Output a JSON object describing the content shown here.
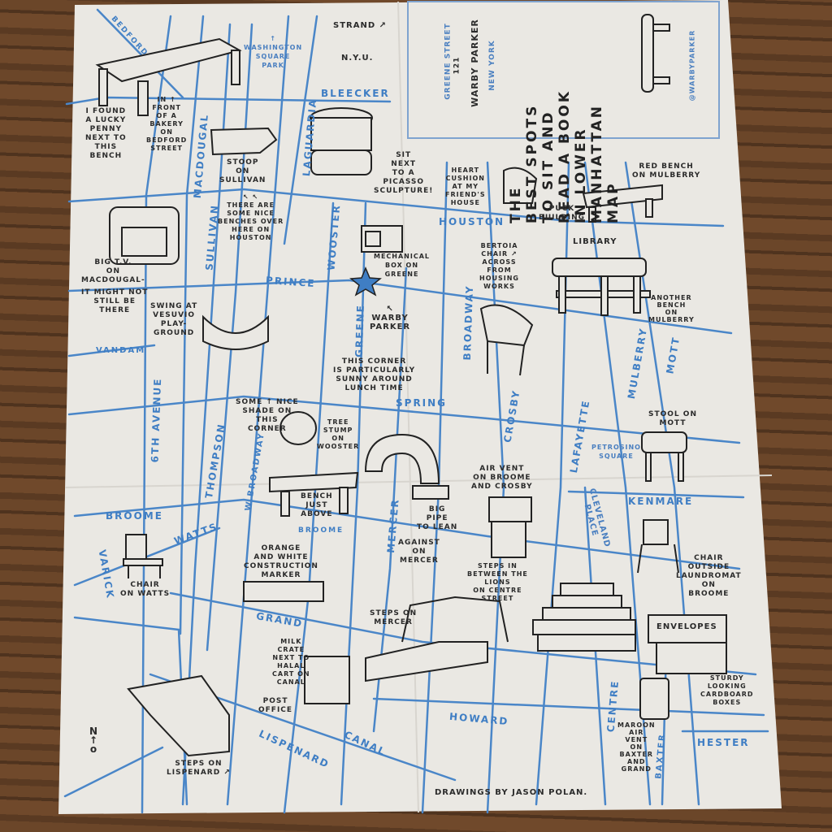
{
  "colors": {
    "paper": "#eae8e3",
    "street": "#4a86c8",
    "ink": "#2b2b2b",
    "star": "#3f7ec4",
    "wood": "#5e3f26"
  },
  "title_panel": {
    "logo_arc": "GREENE STREET",
    "logo_number": "121",
    "logo_name": "WARBY PARKER",
    "logo_city": "NEW YORK",
    "title_lines": [
      "THE",
      "BEST SPOTS",
      "TO SIT AND",
      "READ A BOOK",
      "IN LOWER",
      "MANHATTAN",
      "MAP"
    ],
    "handle": "@WARBYPARKER"
  },
  "streets": {
    "bedford": "BEDFORD",
    "washington_square_park": "↑\nWASHINGTON\nSQUARE\nPARK",
    "strand": "STRAND ↗",
    "nyu": "N.Y.U.",
    "bleecker": "BLEECKER",
    "macdougal": "MACDOUGAL",
    "laguardia": "LAGUARDIA",
    "houston": "HOUSTON",
    "sullivan": "SULLIVAN",
    "wooster": "WOOSTER",
    "prince": "PRINCE",
    "greene": "GREENE",
    "broadway": "BROADWAY",
    "vandam": "VANDAM",
    "sixth_avenue": "6TH AVENUE",
    "thompson": "THOMPSON",
    "w_broadway": "W.BROADWAY",
    "spring": "SPRING",
    "crosby": "CROSBY",
    "lafayette": "LAFAYETTE",
    "mulberry": "MULBERRY",
    "mott": "MOTT",
    "petrosino_square": "PETROSINO\nSQUARE",
    "kenmare": "KENMARE",
    "cleveland_place": "CLEVELAND\nPLACE",
    "broome_left": "BROOME",
    "broome_mid": "BROOME",
    "watts": "WATTS",
    "varick": "VARICK",
    "grand": "GRAND",
    "mercer": "MERCER",
    "howard": "HOWARD",
    "canal": "CANAL",
    "lispenard": "LISPENARD",
    "centre": "CENTRE",
    "baxter": "BAXTER",
    "hester": "HESTER",
    "library": "LIBRARY",
    "puck_building": "PUCK\nBUILDING"
  },
  "notes": {
    "lucky_penny": "I FOUND\nA LUCKY\nPENNY\nNEXT TO\nTHIS\nBENCH",
    "bakery": "IN ↑\nFRONT\nOF A\nBAKERY\nON\nBEDFORD\nSTREET",
    "stoop": "STOOP\nON\nSULLIVAN",
    "picasso": "SIT\nNEXT\nTO A\nPICASSO\nSCULPTURE!",
    "benches_houston": "↖    ↖\nTHERE ARE\nSOME NICE\nBENCHES OVER\nHERE ON\nHOUSTON",
    "big_tv": "BIG T.V.\nON\nMACDOUGAL-",
    "might_not": "IT MIGHT NOT\nSTILL BE\nTHERE",
    "swing": "SWING AT\nVESUVIO\nPLAY-\nGROUND",
    "mechanical_box": "MECHANICAL\nBOX ON\nGREENE",
    "warby_parker": "↖\nWARBY\nPARKER",
    "sunny_corner": "THIS CORNER\nIS PARTICULARLY\nSUNNY AROUND\nLUNCH TIME",
    "heart_cushion": "HEART\nCUSHION\nAT MY\nFRIEND'S\nHOUSE",
    "red_bench": "RED BENCH\nON MULBERRY",
    "bertoia": "BERTOIA\nCHAIR ↗\nACROSS\nFROM\nHOUSING\nWORKS",
    "another_bench": "ANOTHER\nBENCH\nON\nMULBERRY",
    "shade": "SOME ↑ NICE\nSHADE ON\nTHIS\nCORNER",
    "tree_stump": "TREE\nSTUMP\nON\nWOOSTER",
    "stool_mott": "STOOL ON\nMOTT",
    "air_vent_broome": "AIR VENT\nON BROOME\nAND CROSBY",
    "bench_above": "BENCH\nJUST\nABOVE",
    "big_pipe": "BIG\nPIPE\nTO LEAN",
    "against_mercer": "AGAINST\nON\nMERCER",
    "chair_watts": "CHAIR\nON WATTS",
    "construction_marker": "ORANGE\nAND WHITE\nCONSTRUCTION\nMARKER",
    "steps_lions": "STEPS IN\nBETWEEN THE\nLIONS\nON CENTRE\nSTREET",
    "chair_laundromat": "CHAIR\nOUTSIDE\nLAUNDROMAT\nON\nBROOME",
    "envelopes": "ENVELOPES",
    "steps_mercer": "STEPS ON\nMERCER",
    "milk_crate": "MILK\nCRATE\nNEXT TO\nHALAL\nCART ON\nCANAL",
    "post_office": "POST\nOFFICE",
    "steps_lispenard": "STEPS ON\nLISPENARD ↗",
    "cardboard": "STURDY\nLOOKING\nCARDBOARD\nBOXES",
    "maroon_vent": "MAROON\nAIR\nVENT\nON\nBAXTER\nAND\nGRAND"
  },
  "north_arrow": "N",
  "credit": "DRAWINGS BY JASON POLAN."
}
